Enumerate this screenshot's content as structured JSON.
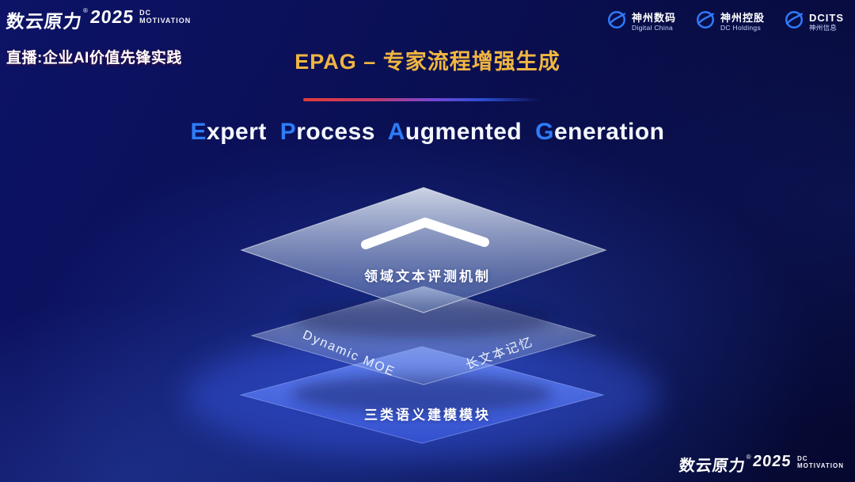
{
  "theme": {
    "background_navy": "#0a0f52",
    "accent_gold": "#f1b640",
    "accent_blue": "#2e7cf7",
    "bottom_layer_blue": "#4a66e0",
    "divider_red": "#e23c38"
  },
  "header": {
    "brand": {
      "name": "数云原力",
      "reg": "®",
      "year": "2025",
      "dc": "DC",
      "motivation": "MOTIVATION"
    },
    "live_text": "直播:企业AI价值先锋实践",
    "partners": [
      {
        "cn": "神州数码",
        "en": "Digital China"
      },
      {
        "cn": "神州控股",
        "en": "DC Holdings"
      },
      {
        "cn": "DCITS",
        "en": "神州信息"
      }
    ]
  },
  "title": {
    "text": "EPAG – 专家流程增强生成"
  },
  "subtitle": {
    "words": [
      {
        "lead": "E",
        "rest": "xpert"
      },
      {
        "lead": "P",
        "rest": "rocess"
      },
      {
        "lead": "A",
        "rest": "ugmented"
      },
      {
        "lead": "G",
        "rest": "eneration"
      }
    ]
  },
  "diagram": {
    "top_layer_label": "领域文本评测机制",
    "middle_layer_left_label": "Dynamic MOE",
    "middle_layer_right_label": "长文本记忆",
    "bottom_layer_label": "三类语义建模模块"
  },
  "footer": {
    "brand": {
      "name": "数云原力",
      "reg": "®",
      "year": "2025",
      "dc": "DC",
      "motivation": "MOTIVATION"
    }
  }
}
